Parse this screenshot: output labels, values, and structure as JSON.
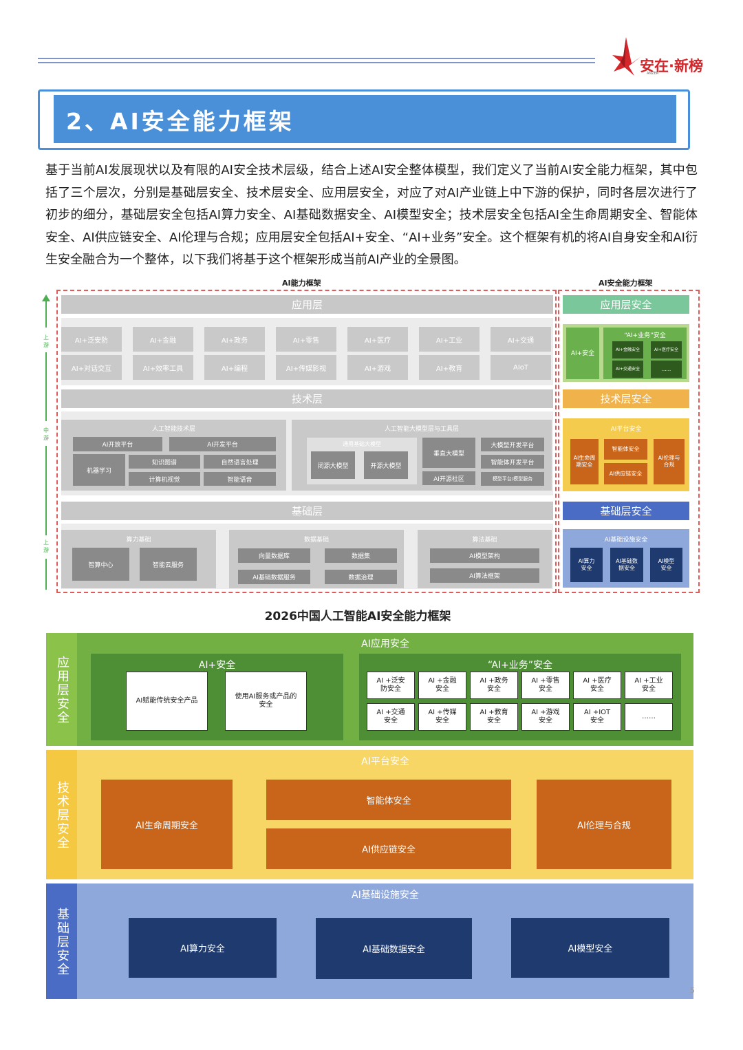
{
  "header": {
    "logo_text": "安在·新榜",
    "logo_sub": "ANZER",
    "title": "2、AI安全能力框架"
  },
  "paragraph": "基于当前AI发展现状以及有限的AI安全技术层级，结合上述AI安全整体模型，我们定义了当前AI安全能力框架，其中包括了三个层次，分别是基础层安全、技术层安全、应用层安全，对应了对AI产业链上中下游的保护，同时各层次进行了初步的细分，基础层安全包括AI算力安全、AI基础数据安全、AI模型安全；技术层安全包括AI全生命周期安全、智能体安全、AI供应链安全、AI伦理与合规；应用层安全包括AI+安全、“AI+业务”安全。这个框架有机的将AI自身安全和AI衍生安全融合为一个整体，以下我们将基于这个框架形成当前AI产业的全景图。",
  "fig1": {
    "left_title": "AI能力框架",
    "right_title": "AI安全能力框架",
    "side_labels": [
      "上游",
      "中游",
      "上游"
    ],
    "app_layer": "应用层",
    "app_row1": [
      "AI+泛安防",
      "AI+金融",
      "AI+政务",
      "AI+零售",
      "AI+医疗",
      "AI+工业",
      "AI+交通"
    ],
    "app_row2": [
      "AI+对话交互",
      "AI+效率工具",
      "AI+编程",
      "AI+传媒影视",
      "AI+游戏",
      "AI+教育",
      "AIoT"
    ],
    "tech_layer": "技术层",
    "tech_left": {
      "title": "人工智能技术层",
      "ml": "机器学习",
      "open": "AI开放平台",
      "dev": "AI开发平台",
      "kg": "知识图谱",
      "nlp": "自然语言处理",
      "cv": "计算机视觉",
      "voice": "智能语音"
    },
    "tech_right": {
      "title": "人工智能大模型层与工具层",
      "base": "通用基础大模型",
      "closed": "闭源大模型",
      "open": "开源大模型",
      "vertical": "垂直大模型",
      "community": "AI开源社区",
      "llm_dev": "大模型开发平台",
      "agent_dev": "智能体开发平台",
      "service": "模型平台/模型服务"
    },
    "base_layer": "基础层",
    "compute": {
      "title": "算力基础",
      "items": [
        "智算中心",
        "智能云服务"
      ]
    },
    "data": {
      "title": "数据基础",
      "items": [
        "向量数据库",
        "数据集",
        "AI基础数据服务",
        "数据治理"
      ]
    },
    "algo": {
      "title": "算法基础",
      "items": [
        "AI模型架构",
        "AI算法框架"
      ]
    },
    "sec_app": {
      "title": "应用层安全",
      "ai_sec": "AI+安全",
      "biz": "“AI+业务”安全",
      "biz_items": [
        "AI+金融安全",
        "AI+医疗安全",
        "AI+交通安全",
        "......"
      ]
    },
    "sec_tech": {
      "title": "技术层安全",
      "platform": "AI平台安全",
      "lifecycle": "AI生命周期安全",
      "agent": "智能体安全",
      "supply": "AI供应链安全",
      "ethics": "AI伦理与合规"
    },
    "sec_base": {
      "title": "基础层安全",
      "infra": "AI基础设施安全",
      "items": [
        "AI算力安全",
        "AI基础数据安全",
        "AI模型安全"
      ]
    }
  },
  "fig2": {
    "title": "2026中国人工智能AI安全能力框架",
    "app": {
      "side": "应用层安全",
      "header": "AI应用安全",
      "ai_sec": "AI+安全",
      "ai_sec_items": [
        "AI赋能传统安全产品",
        "使用AI服务或产品的安全"
      ],
      "biz": "“AI+业务”安全",
      "biz_row1": [
        "AI +泛安防安全",
        "AI +金融安全",
        "AI +政务安全",
        "AI +零售安全",
        "AI +医疗安全",
        "AI +工业安全"
      ],
      "biz_row2": [
        "AI +交通安全",
        "AI +传媒安全",
        "AI +教育安全",
        "AI +游戏安全",
        "AI +IOT安全",
        "……"
      ]
    },
    "tech": {
      "side": "技术层安全",
      "header": "AI平台安全",
      "lifecycle": "AI生命周期安全",
      "agent": "智能体安全",
      "supply": "AI供应链安全",
      "ethics": "AI伦理与合规"
    },
    "base": {
      "side": "基础层安全",
      "header": "AI基础设施安全",
      "items": [
        "AI算力安全",
        "AI基础数据安全",
        "AI模型安全"
      ]
    }
  },
  "page_number": "5",
  "colors": {
    "accent": "#4a90d9",
    "green": "#6ab04c",
    "yellow": "#f5cb4e",
    "orange": "#c8651b",
    "navy": "#1e3a6e",
    "periwinkle": "#8fa8dc"
  }
}
